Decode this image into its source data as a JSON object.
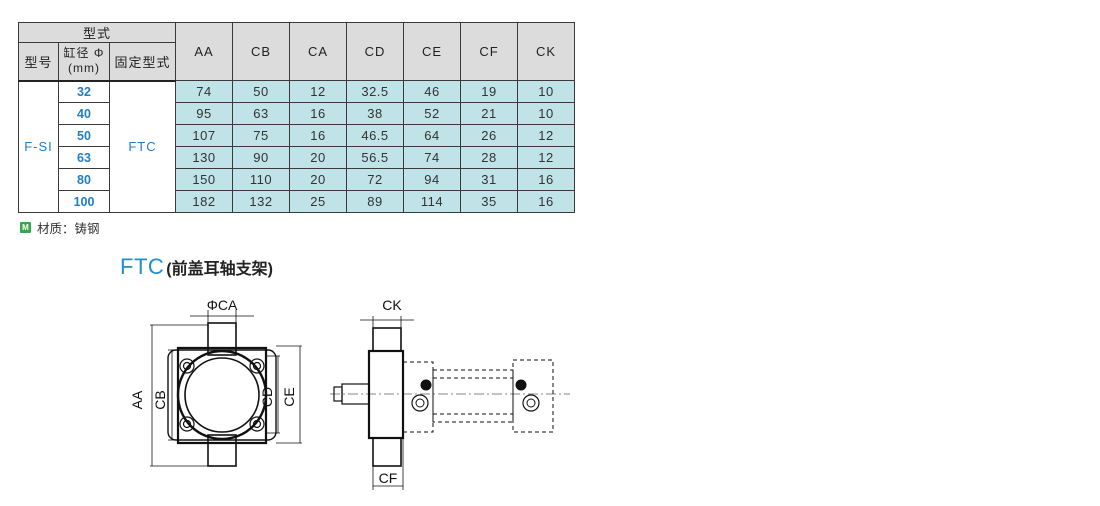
{
  "table": {
    "header_group": "型式",
    "col_model": "型号",
    "col_bore": "缸径 Φ\n(mm)",
    "col_bore_line1": "缸径 Φ",
    "col_bore_line2": "(mm)",
    "col_mount": "固定型式",
    "dims": [
      "AA",
      "CB",
      "CA",
      "CD",
      "CE",
      "CF",
      "CK"
    ],
    "model": "F-SI",
    "mount": "FTC",
    "rows": [
      {
        "bore": "32",
        "values": [
          "74",
          "50",
          "12",
          "32.5",
          "46",
          "19",
          "10"
        ]
      },
      {
        "bore": "40",
        "values": [
          "95",
          "63",
          "16",
          "38",
          "52",
          "21",
          "10"
        ]
      },
      {
        "bore": "50",
        "values": [
          "107",
          "75",
          "16",
          "46.5",
          "64",
          "26",
          "12"
        ]
      },
      {
        "bore": "63",
        "values": [
          "130",
          "90",
          "20",
          "56.5",
          "74",
          "28",
          "12"
        ]
      },
      {
        "bore": "80",
        "values": [
          "150",
          "110",
          "20",
          "72",
          "94",
          "31",
          "16"
        ]
      },
      {
        "bore": "100",
        "values": [
          "182",
          "132",
          "25",
          "89",
          "114",
          "35",
          "16"
        ]
      }
    ]
  },
  "material": {
    "icon_letter": "M",
    "text": "材质：铸钢"
  },
  "title": {
    "code": "FTC",
    "desc": "(前盖耳轴支架)"
  },
  "drawing_labels": {
    "phi_ca": "ΦCA",
    "aa": "AA",
    "cb": "CB",
    "cd": "CD",
    "ce": "CE",
    "ck": "CK",
    "cf": "CF"
  },
  "colors": {
    "header_bg": "#dcdcdc",
    "value_bg": "#bfe3e7",
    "accent_blue": "#1f7fc4",
    "title_blue": "#1f8fcf",
    "material_icon": "#3aa64a"
  }
}
